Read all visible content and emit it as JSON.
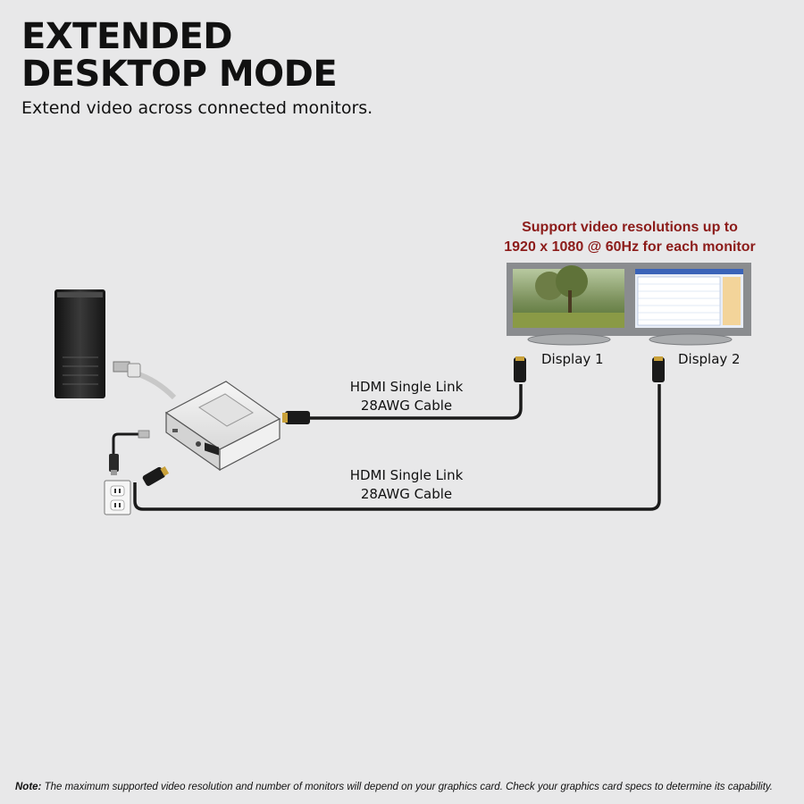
{
  "title": {
    "line1": "EXTENDED",
    "line2": "DESKTOP MODE"
  },
  "subtitle": "Extend video across connected monitors.",
  "support_note": {
    "line1": "Support video resolutions up to",
    "line2": "1920 x 1080 @ 60Hz for each monitor"
  },
  "displays": [
    {
      "label": "Display 1"
    },
    {
      "label": "Display 2"
    }
  ],
  "cables": [
    {
      "line1": "HDMI Single Link",
      "line2": "28AWG Cable"
    },
    {
      "line1": "HDMI Single Link",
      "line2": "28AWG Cable"
    }
  ],
  "footnote": {
    "prefix": "Note:",
    "text": "The maximum supported video resolution and number of monitors will depend on your graphics card. Check your graphics card specs to determine its capability."
  },
  "colors": {
    "accent": "#8c1c1a",
    "cable": "#1a1a1a",
    "background": "#e8e8e9"
  },
  "icons": [
    "computer-tower-icon",
    "usb-adapter-icon",
    "monitor-icon",
    "hdmi-connector-icon",
    "power-outlet-icon"
  ]
}
